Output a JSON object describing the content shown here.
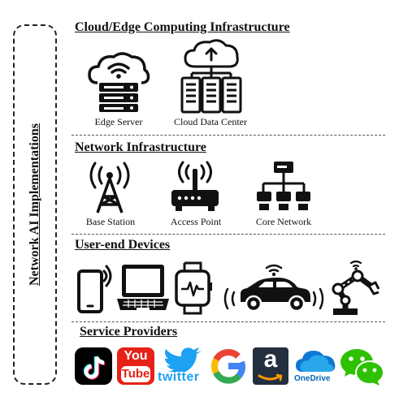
{
  "side_label": "Network AI Implementations",
  "sections": {
    "cloud": {
      "title": "Cloud/Edge Computing Infrastructure",
      "items": [
        {
          "label": "Edge Server",
          "icon": "edge-server-icon"
        },
        {
          "label": "Cloud Data Center",
          "icon": "cloud-data-center-icon"
        }
      ]
    },
    "network": {
      "title": "Network Infrastructure",
      "items": [
        {
          "label": "Base Station",
          "icon": "base-station-icon"
        },
        {
          "label": "Access Point",
          "icon": "access-point-icon"
        },
        {
          "label": "Core Network",
          "icon": "core-network-icon"
        }
      ]
    },
    "devices": {
      "title": "User-end Devices",
      "items": [
        {
          "icon": "smartphone-icon"
        },
        {
          "icon": "laptop-icon"
        },
        {
          "icon": "smartwatch-icon"
        },
        {
          "icon": "connected-car-icon"
        },
        {
          "icon": "robot-arm-icon"
        }
      ]
    },
    "providers": {
      "title": "Service Providers",
      "logos": {
        "tiktok": {
          "icon": "tiktok-logo"
        },
        "youtube": {
          "top": "You",
          "bottom": "Tube"
        },
        "twitter": {
          "text": "twitter"
        },
        "google": {
          "text": "G"
        },
        "amazon": {
          "text": "a"
        },
        "onedrive": {
          "text": "OneDrive"
        },
        "wechat": {
          "icon": "wechat-logo"
        }
      }
    }
  },
  "colors": {
    "youtube_red": "#e62117",
    "twitter_blue": "#1da1f2",
    "onedrive_blue": "#0364b8",
    "wechat_green": "#2dc100",
    "tiktok_bg": "#010101",
    "amazon_bg": "#232f3e",
    "amazon_orange": "#ff9900"
  }
}
